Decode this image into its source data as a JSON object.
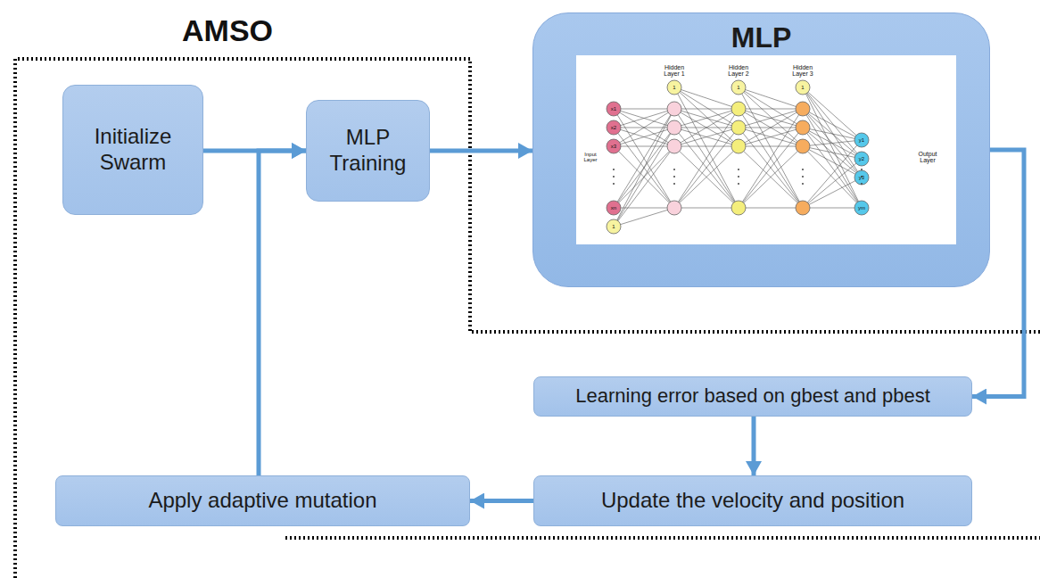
{
  "diagram": {
    "nodes": [
      {
        "text": [
          "Initialize Swarm"
        ]
      },
      {
        "text": [
          "MLP Training"
        ]
      },
      {
        "text": [
          "MLP"
        ]
      },
      {
        "text": [
          "Learning error based on gbest and pbest"
        ]
      },
      {
        "text": [
          "Update the velocity and position"
        ]
      },
      {
        "text": [
          "Apply adaptive mutation"
        ]
      }
    ],
    "edges": [
      {
        "from": 0,
        "to": 1,
        "arrow": "to"
      },
      {
        "from": 5,
        "to": 1,
        "arrow": "to"
      },
      {
        "from": 1,
        "to": 2,
        "arrow": "to"
      },
      {
        "from": 2,
        "to": 3,
        "arrow": "to"
      },
      {
        "from": 3,
        "to": 4,
        "arrow": "to"
      },
      {
        "from": 4,
        "to": 5,
        "arrow": "to"
      }
    ],
    "labels": [
      "AMSO",
      "Hidden Layer 1",
      "Hidden Layer 2",
      "Hidden Layer 3",
      "Input Layer",
      "Output Layer",
      "x1",
      "x2",
      "x3",
      "xn",
      "1",
      "1",
      "1",
      "1",
      "y1",
      "y2",
      "y3",
      "ym"
    ]
  }
}
